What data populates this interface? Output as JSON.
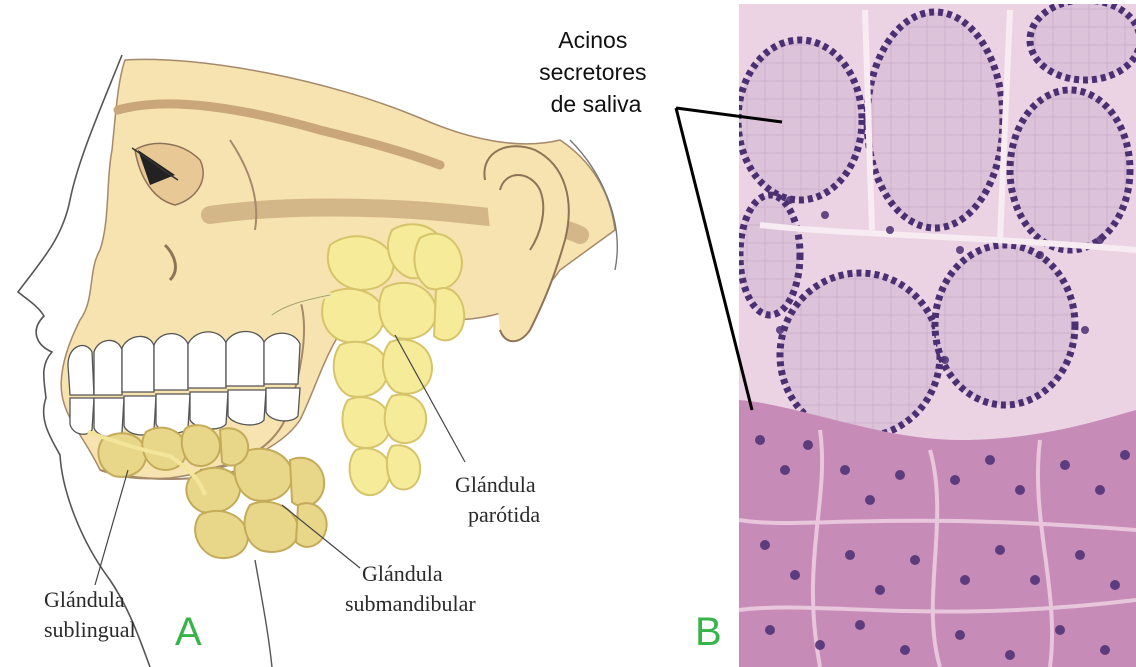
{
  "colors": {
    "bone": "#f7e3b0",
    "bone_shadow": "#d9b98a",
    "bone_outline": "#a6896a",
    "gland": "#f6eb99",
    "gland_outline": "#d6c46a",
    "panel_letter": "#36b44a",
    "histo_background": "#e8c6dc",
    "histo_mucous": "#d8bcd6",
    "histo_serous": "#c78bb8",
    "histo_nucleus": "#4a2f73"
  },
  "panel_a": {
    "letter": "A",
    "labels": {
      "sublingual": [
        "Glándula",
        "sublingual"
      ],
      "submandibular": [
        "Glándula",
        "submandibular"
      ],
      "parotid": [
        "Glándula",
        "parótida"
      ]
    }
  },
  "panel_b": {
    "letter": "B",
    "label": [
      "Acinos",
      "secretores",
      "de saliva"
    ]
  }
}
